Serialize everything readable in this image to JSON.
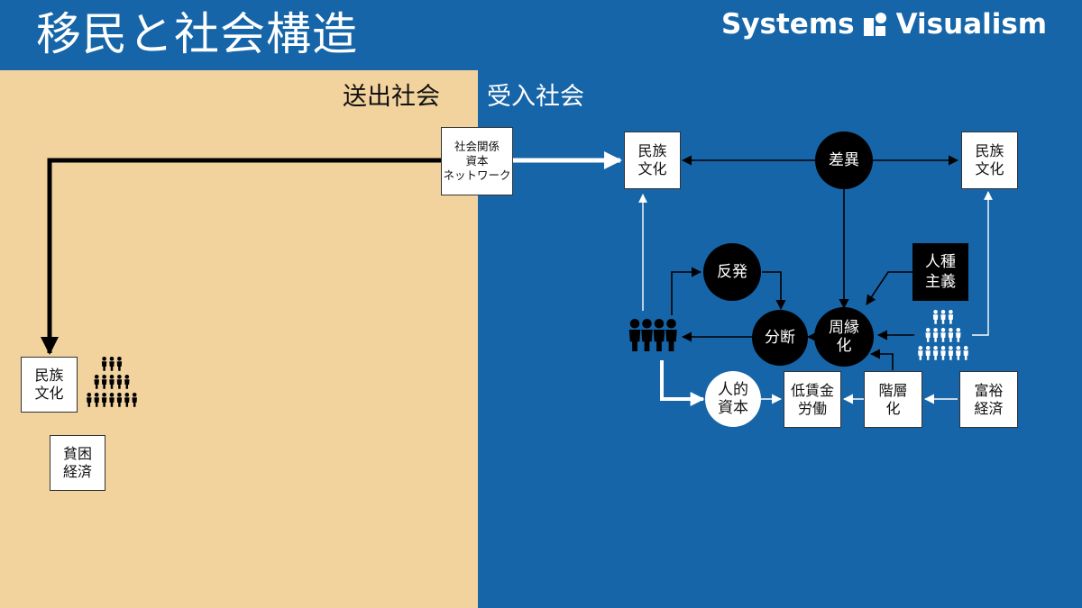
{
  "header": {
    "title": "移民と社会構造",
    "brand": "Systems",
    "brand2": "Visualism",
    "logo_icon": "systems-visualism-logo-icon"
  },
  "colors": {
    "sending_bg": "#f2d39e",
    "receiving_bg": "#1565a8",
    "node_dark": "#000000",
    "node_light": "#ffffff"
  },
  "regions": {
    "sending": "送出社会",
    "receiving": "受入社会"
  },
  "nodes": {
    "social_capital": [
      "社会関係",
      "資本",
      "ネットワーク"
    ],
    "origin_culture": [
      "民族",
      "文化"
    ],
    "poverty_economy": [
      "貧困",
      "経済"
    ],
    "migrant_culture": [
      "民族",
      "文化"
    ],
    "host_culture": [
      "民族",
      "文化"
    ],
    "difference": [
      "差異"
    ],
    "backlash": [
      "反発"
    ],
    "division": [
      "分断"
    ],
    "marginalization": [
      "周縁",
      "化"
    ],
    "racism": [
      "人種",
      "主義"
    ],
    "human_capital": [
      "人的",
      "資本"
    ],
    "low_wage_labor": [
      "低賃金",
      "労働"
    ],
    "stratification": [
      "階層",
      "化"
    ],
    "affluent_economy": [
      "富裕",
      "経済"
    ]
  },
  "icons": {
    "origin_population": "crowd-icon",
    "migrant_group": "people-group-icon",
    "host_population": "crowd-icon"
  }
}
